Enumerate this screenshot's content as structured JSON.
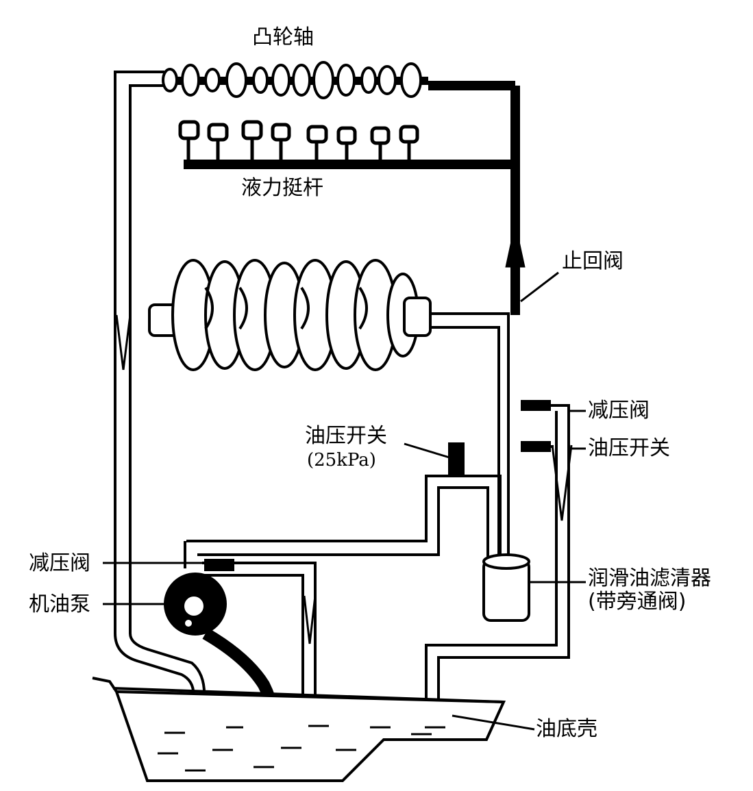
{
  "diagram": {
    "labels": {
      "camshaft": "凸轮轴",
      "hydraulic_lifter": "液力挺杆",
      "check_valve": "止回阀",
      "relief_valve_right": "减压阀",
      "oil_pressure_switch_right": "油压开关",
      "oil_pressure_switch_center": "油压开关",
      "oil_pressure_switch_center_value": "(25kPa)",
      "relief_valve_left": "减压阀",
      "oil_pump": "机油泵",
      "oil_filter": "润滑油滤清器",
      "oil_filter_note": "(带旁通阀)",
      "oil_pan": "油底壳"
    },
    "colors": {
      "line": "#000000",
      "background": "#ffffff"
    }
  }
}
